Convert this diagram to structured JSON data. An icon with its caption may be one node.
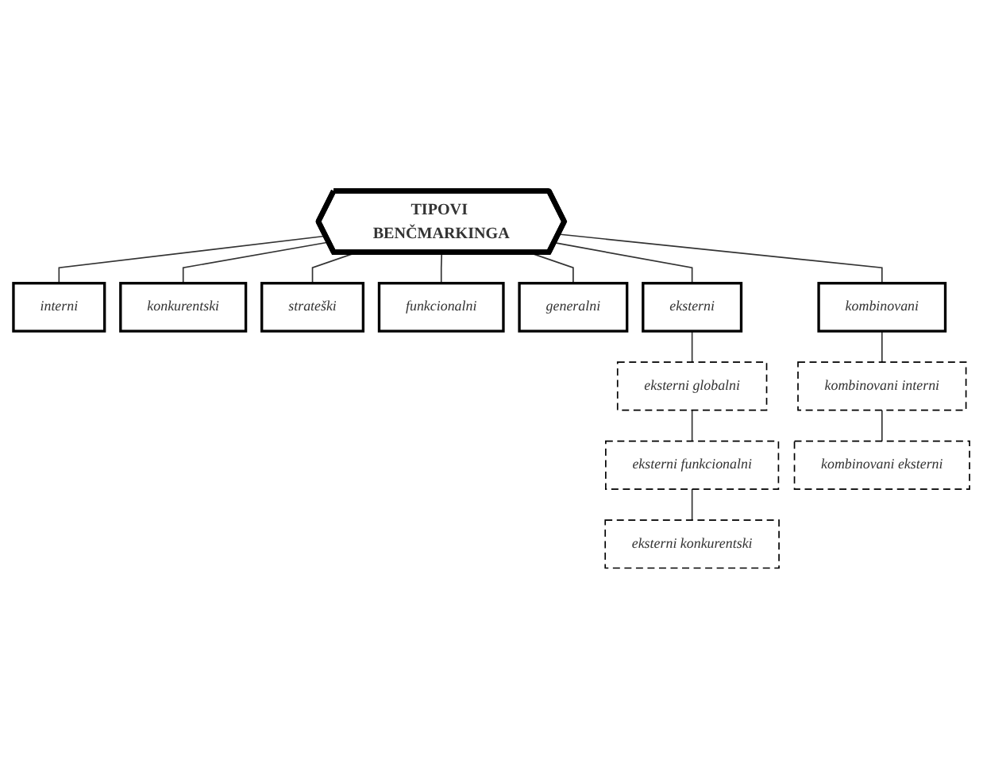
{
  "diagram": {
    "nodes": [
      {
        "text": [
          "TIPOVI BENČMARKINGA"
        ]
      },
      {
        "text": [
          "interni"
        ]
      },
      {
        "text": [
          "konkurentski"
        ]
      },
      {
        "text": [
          "strateški"
        ]
      },
      {
        "text": [
          "funkcionalni"
        ]
      },
      {
        "text": [
          "generalni"
        ]
      },
      {
        "text": [
          "eksterni"
        ]
      },
      {
        "text": [
          "kombinovani"
        ]
      },
      {
        "text": [
          "eksterni globalni"
        ]
      },
      {
        "text": [
          "eksterni funkcionalni"
        ]
      },
      {
        "text": [
          "eksterni konkurentski"
        ]
      },
      {
        "text": [
          "kombinovani interni"
        ]
      },
      {
        "text": [
          "kombinovani eksterni"
        ]
      }
    ],
    "edges": [
      {
        "from": 0,
        "to": 1,
        "arrow": "none"
      },
      {
        "from": 0,
        "to": 2,
        "arrow": "none"
      },
      {
        "from": 0,
        "to": 3,
        "arrow": "none"
      },
      {
        "from": 0,
        "to": 4,
        "arrow": "none"
      },
      {
        "from": 0,
        "to": 5,
        "arrow": "none"
      },
      {
        "from": 0,
        "to": 6,
        "arrow": "none"
      },
      {
        "from": 0,
        "to": 7,
        "arrow": "none"
      },
      {
        "from": 6,
        "to": 8,
        "arrow": "none"
      },
      {
        "from": 8,
        "to": 9,
        "arrow": "none"
      },
      {
        "from": 9,
        "to": 10,
        "arrow": "none"
      },
      {
        "from": 7,
        "to": 11,
        "arrow": "none"
      },
      {
        "from": 11,
        "to": 12,
        "arrow": "none"
      }
    ]
  }
}
